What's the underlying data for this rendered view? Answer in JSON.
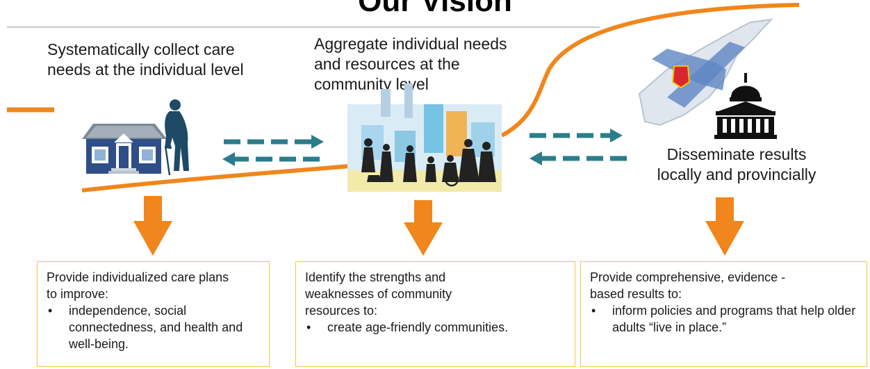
{
  "title": "Our Vision",
  "steps": [
    {
      "text": "Systematically collect care needs at the individual level",
      "line1": "Systematically collect care",
      "line2": "needs at the individual level"
    },
    {
      "line1": "Aggregate individual needs",
      "line2": "and resources at the",
      "line3": "community level"
    },
    {
      "line1": "Disseminate results",
      "line2": "locally and provincially"
    }
  ],
  "boxes": [
    {
      "intro1": "Provide individualized care plans",
      "intro2": "to improve:",
      "bullet": "independence, social connectedness, and health and well-being."
    },
    {
      "intro1": "Identify the strengths and",
      "intro2": "weaknesses of community",
      "intro3": "resources to:",
      "bullet": "create age-friendly communities."
    },
    {
      "intro1": "Provide comprehensive, evidence -",
      "intro2": "based results to:",
      "bullet": "inform policies and programs  that help older adults “live in place.”"
    }
  ],
  "colors": {
    "accent_orange": "#f0861c",
    "arrow_teal": "#2b7c8c",
    "box_border": "#f5c542"
  },
  "icons": [
    "house-icon",
    "elderly-person-icon",
    "community-crowd-illustration",
    "nova-scotia-map-icon",
    "government-building-icon"
  ]
}
